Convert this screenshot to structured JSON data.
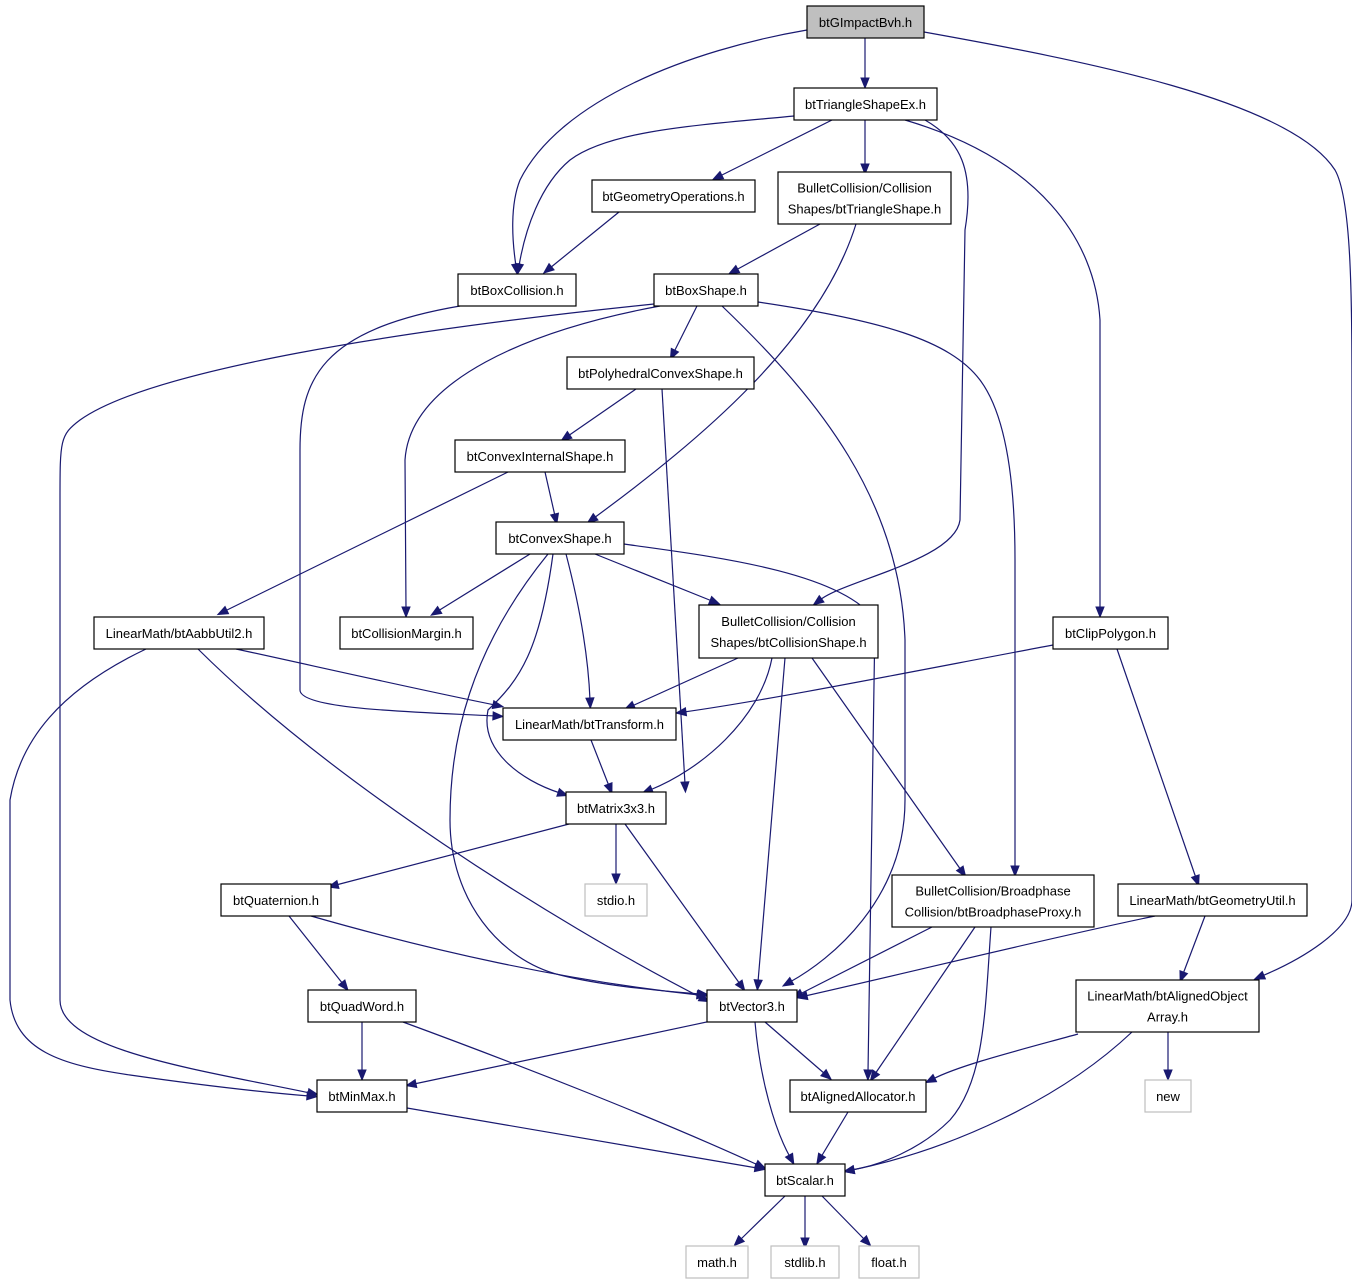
{
  "nodes": [
    {
      "id": "bt_gimpact_bvh",
      "lines": [
        "btGImpactBvh.h"
      ],
      "root": true
    },
    {
      "id": "bt_triangle_shape_ex",
      "lines": [
        "btTriangleShapeEx.h"
      ]
    },
    {
      "id": "bt_geometry_operations",
      "lines": [
        "btGeometryOperations.h"
      ]
    },
    {
      "id": "bt_triangle_shape",
      "lines": [
        "BulletCollision/Collision",
        "Shapes/btTriangleShape.h"
      ]
    },
    {
      "id": "bt_box_collision",
      "lines": [
        "btBoxCollision.h"
      ]
    },
    {
      "id": "bt_box_shape",
      "lines": [
        "btBoxShape.h"
      ]
    },
    {
      "id": "bt_polyhedral_convex_shape",
      "lines": [
        "btPolyhedralConvexShape.h"
      ]
    },
    {
      "id": "bt_convex_internal_shape",
      "lines": [
        "btConvexInternalShape.h"
      ]
    },
    {
      "id": "bt_convex_shape",
      "lines": [
        "btConvexShape.h"
      ]
    },
    {
      "id": "bt_aabb_util2",
      "lines": [
        "LinearMath/btAabbUtil2.h"
      ]
    },
    {
      "id": "bt_collision_margin",
      "lines": [
        "btCollisionMargin.h"
      ]
    },
    {
      "id": "bt_collision_shape",
      "lines": [
        "BulletCollision/Collision",
        "Shapes/btCollisionShape.h"
      ]
    },
    {
      "id": "bt_clip_polygon",
      "lines": [
        "btClipPolygon.h"
      ]
    },
    {
      "id": "bt_transform",
      "lines": [
        "LinearMath/btTransform.h"
      ]
    },
    {
      "id": "bt_matrix3x3",
      "lines": [
        "btMatrix3x3.h"
      ]
    },
    {
      "id": "bt_quaternion",
      "lines": [
        "btQuaternion.h"
      ]
    },
    {
      "id": "stdio_h",
      "lines": [
        "stdio.h"
      ],
      "external": true
    },
    {
      "id": "bt_broadphase_proxy",
      "lines": [
        "BulletCollision/Broadphase",
        "Collision/btBroadphaseProxy.h"
      ]
    },
    {
      "id": "bt_geometry_util",
      "lines": [
        "LinearMath/btGeometryUtil.h"
      ]
    },
    {
      "id": "bt_quad_word",
      "lines": [
        "btQuadWord.h"
      ]
    },
    {
      "id": "bt_vector3",
      "lines": [
        "btVector3.h"
      ]
    },
    {
      "id": "bt_aligned_object_array",
      "lines": [
        "LinearMath/btAlignedObject",
        "Array.h"
      ]
    },
    {
      "id": "bt_min_max",
      "lines": [
        "btMinMax.h"
      ]
    },
    {
      "id": "bt_aligned_allocator",
      "lines": [
        "btAlignedAllocator.h"
      ]
    },
    {
      "id": "new_h",
      "lines": [
        "new"
      ],
      "external": true
    },
    {
      "id": "bt_scalar",
      "lines": [
        "btScalar.h"
      ]
    },
    {
      "id": "math_h",
      "lines": [
        "math.h"
      ],
      "external": true
    },
    {
      "id": "stdlib_h",
      "lines": [
        "stdlib.h"
      ],
      "external": true
    },
    {
      "id": "float_h",
      "lines": [
        "float.h"
      ],
      "external": true
    }
  ],
  "edges": [
    [
      "bt_gimpact_bvh",
      "bt_triangle_shape_ex"
    ],
    [
      "bt_gimpact_bvh",
      "bt_box_collision"
    ],
    [
      "bt_gimpact_bvh",
      "bt_aligned_object_array"
    ],
    [
      "bt_triangle_shape_ex",
      "bt_box_collision"
    ],
    [
      "bt_triangle_shape_ex",
      "bt_geometry_operations"
    ],
    [
      "bt_triangle_shape_ex",
      "bt_triangle_shape"
    ],
    [
      "bt_triangle_shape_ex",
      "bt_collision_shape"
    ],
    [
      "bt_triangle_shape_ex",
      "bt_clip_polygon"
    ],
    [
      "bt_geometry_operations",
      "bt_box_collision"
    ],
    [
      "bt_triangle_shape",
      "bt_box_shape"
    ],
    [
      "bt_triangle_shape",
      "bt_convex_shape"
    ],
    [
      "bt_box_collision",
      "bt_transform"
    ],
    [
      "bt_box_shape",
      "bt_polyhedral_convex_shape"
    ],
    [
      "bt_box_shape",
      "bt_collision_margin"
    ],
    [
      "bt_box_shape",
      "bt_min_max"
    ],
    [
      "bt_box_shape",
      "bt_vector3"
    ],
    [
      "bt_box_shape",
      "bt_broadphase_proxy"
    ],
    [
      "bt_polyhedral_convex_shape",
      "bt_convex_internal_shape"
    ],
    [
      "bt_polyhedral_convex_shape",
      "bt_matrix3x3"
    ],
    [
      "bt_convex_internal_shape",
      "bt_convex_shape"
    ],
    [
      "bt_convex_internal_shape",
      "bt_aabb_util2"
    ],
    [
      "bt_convex_shape",
      "bt_collision_margin"
    ],
    [
      "bt_convex_shape",
      "bt_collision_shape"
    ],
    [
      "bt_convex_shape",
      "bt_transform"
    ],
    [
      "bt_convex_shape",
      "bt_matrix3x3"
    ],
    [
      "bt_convex_shape",
      "bt_vector3"
    ],
    [
      "bt_convex_shape",
      "bt_aligned_allocator"
    ],
    [
      "bt_aabb_util2",
      "bt_transform"
    ],
    [
      "bt_aabb_util2",
      "bt_vector3"
    ],
    [
      "bt_aabb_util2",
      "bt_min_max"
    ],
    [
      "bt_collision_shape",
      "bt_transform"
    ],
    [
      "bt_collision_shape",
      "bt_matrix3x3"
    ],
    [
      "bt_collision_shape",
      "bt_vector3"
    ],
    [
      "bt_collision_shape",
      "bt_broadphase_proxy"
    ],
    [
      "bt_clip_polygon",
      "bt_transform"
    ],
    [
      "bt_clip_polygon",
      "bt_geometry_util"
    ],
    [
      "bt_transform",
      "bt_matrix3x3"
    ],
    [
      "bt_matrix3x3",
      "bt_quaternion"
    ],
    [
      "bt_matrix3x3",
      "stdio_h"
    ],
    [
      "bt_matrix3x3",
      "bt_vector3"
    ],
    [
      "bt_quaternion",
      "bt_quad_word"
    ],
    [
      "bt_quaternion",
      "bt_vector3"
    ],
    [
      "bt_broadphase_proxy",
      "bt_vector3"
    ],
    [
      "bt_broadphase_proxy",
      "bt_aligned_allocator"
    ],
    [
      "bt_broadphase_proxy",
      "bt_scalar"
    ],
    [
      "bt_geometry_util",
      "bt_vector3"
    ],
    [
      "bt_geometry_util",
      "bt_aligned_object_array"
    ],
    [
      "bt_quad_word",
      "bt_min_max"
    ],
    [
      "bt_quad_word",
      "bt_scalar"
    ],
    [
      "bt_vector3",
      "bt_min_max"
    ],
    [
      "bt_vector3",
      "bt_aligned_allocator"
    ],
    [
      "bt_vector3",
      "bt_scalar"
    ],
    [
      "bt_aligned_object_array",
      "bt_aligned_allocator"
    ],
    [
      "bt_aligned_object_array",
      "new_h"
    ],
    [
      "bt_aligned_object_array",
      "bt_scalar"
    ],
    [
      "bt_min_max",
      "bt_scalar"
    ],
    [
      "bt_aligned_allocator",
      "bt_scalar"
    ],
    [
      "bt_scalar",
      "math_h"
    ],
    [
      "bt_scalar",
      "stdlib_h"
    ],
    [
      "bt_scalar",
      "float_h"
    ]
  ]
}
